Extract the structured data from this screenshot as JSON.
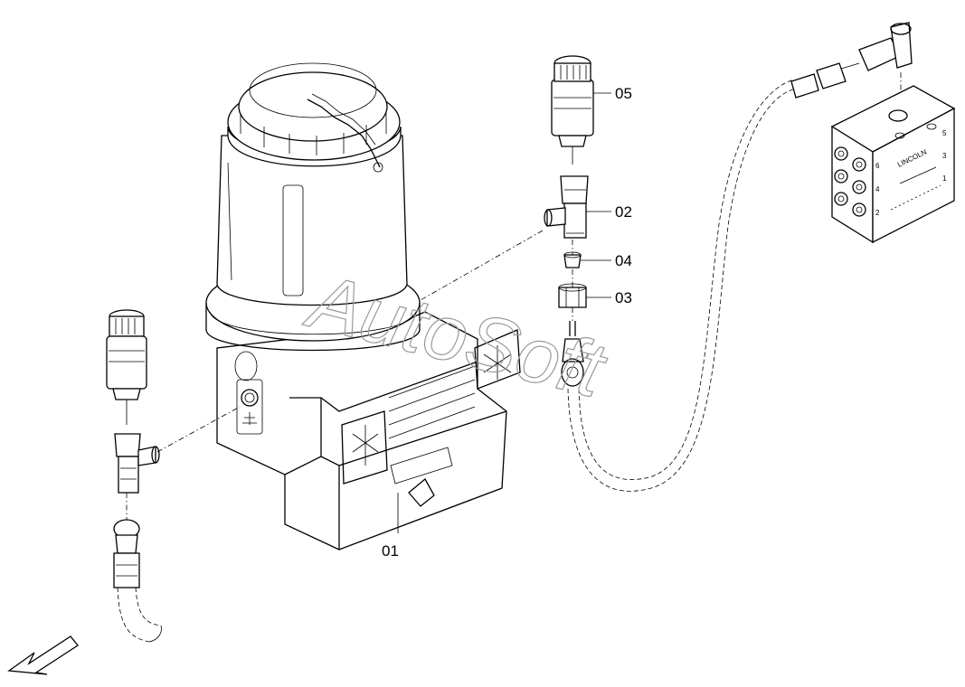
{
  "diagram": {
    "callouts": [
      {
        "id": "01",
        "label": "01"
      },
      {
        "id": "02",
        "label": "02"
      },
      {
        "id": "03",
        "label": "03"
      },
      {
        "id": "04",
        "label": "04"
      },
      {
        "id": "05",
        "label": "05"
      }
    ],
    "watermark": "AutoSoft",
    "distributor_brand": "LINCOLN",
    "distributor_port_numbers": [
      "5",
      "3",
      "1",
      "6",
      "4",
      "2"
    ]
  }
}
